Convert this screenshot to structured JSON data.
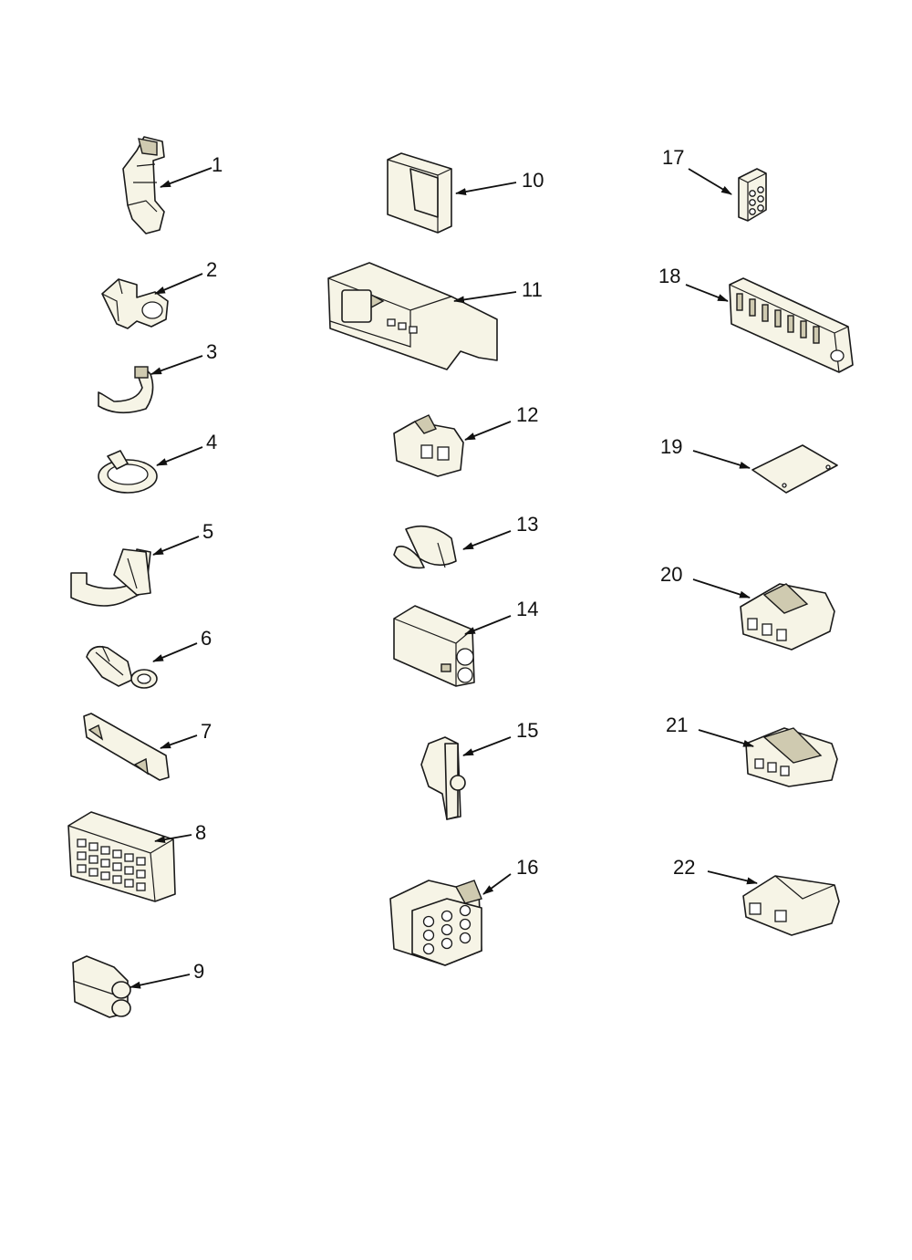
{
  "callouts": [
    {
      "id": "1",
      "label": "1"
    },
    {
      "id": "2",
      "label": "2"
    },
    {
      "id": "3",
      "label": "3"
    },
    {
      "id": "4",
      "label": "4"
    },
    {
      "id": "5",
      "label": "5"
    },
    {
      "id": "6",
      "label": "6"
    },
    {
      "id": "7",
      "label": "7"
    },
    {
      "id": "8",
      "label": "8"
    },
    {
      "id": "9",
      "label": "9"
    },
    {
      "id": "10",
      "label": "10"
    },
    {
      "id": "11",
      "label": "11"
    },
    {
      "id": "12",
      "label": "12"
    },
    {
      "id": "13",
      "label": "13"
    },
    {
      "id": "14",
      "label": "14"
    },
    {
      "id": "15",
      "label": "15"
    },
    {
      "id": "16",
      "label": "16"
    },
    {
      "id": "17",
      "label": "17"
    },
    {
      "id": "18",
      "label": "18"
    },
    {
      "id": "19",
      "label": "19"
    },
    {
      "id": "20",
      "label": "20"
    },
    {
      "id": "21",
      "label": "21"
    },
    {
      "id": "22",
      "label": "22"
    }
  ],
  "colors": {
    "part_fill": "#f6f4e6",
    "line": "#1a1a1a"
  }
}
